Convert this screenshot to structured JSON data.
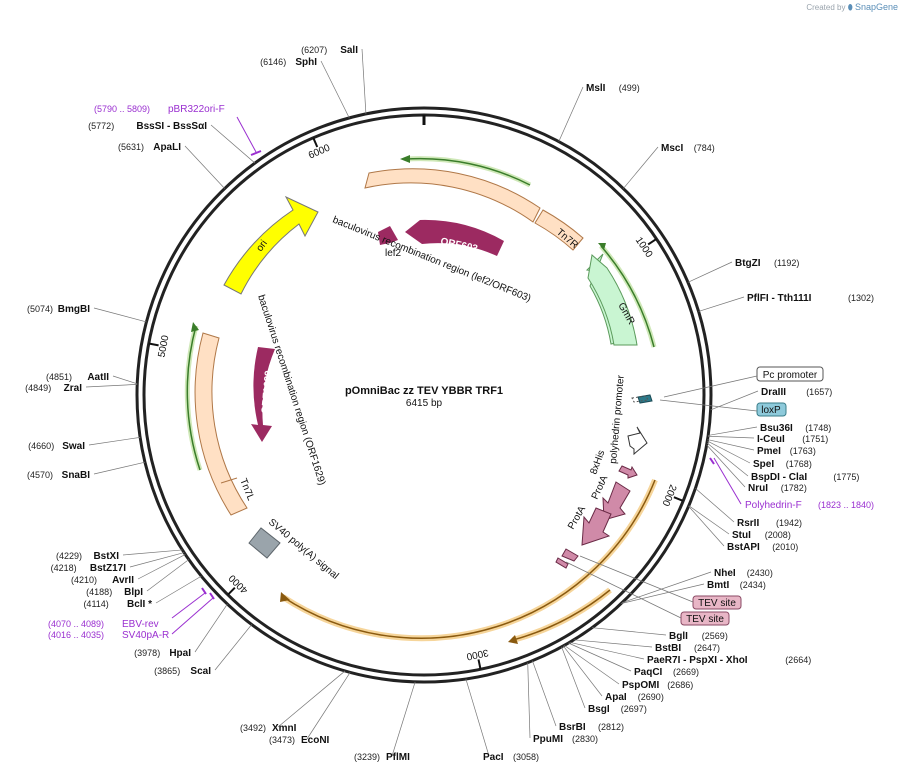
{
  "credit": {
    "prefix": "Created by",
    "brand": "SnapGene"
  },
  "plasmid": {
    "name": "pOmniBac zz TEV YBBR TRF1",
    "size": "6415 bp",
    "length": 6415
  },
  "ticks": [
    {
      "label": "1000",
      "bp": 1000
    },
    {
      "label": "2000",
      "bp": 2000
    },
    {
      "label": "3000",
      "bp": 3000
    },
    {
      "label": "4000",
      "bp": 4000
    },
    {
      "label": "5000",
      "bp": 5000
    },
    {
      "label": "6000",
      "bp": 6000
    }
  ],
  "features": [
    {
      "label": "baculovirus recombination region (lef2/ORF603)",
      "start": 6290,
      "end": 1000,
      "type": "box",
      "color": "#ffe0c4"
    },
    {
      "label": "Tn7R",
      "start": 700,
      "end": 920,
      "type": "box",
      "color": "#ffe0c4"
    },
    {
      "label": "GmR",
      "start": 1180,
      "end": 1600,
      "type": "arrow",
      "dir": -1,
      "color": "#c9f5d2"
    },
    {
      "label": "ori",
      "start": 5230,
      "end": 5820,
      "type": "arrow",
      "dir": 1,
      "color": "#ffff00"
    },
    {
      "label": "baculovirus recombination region (ORF1629)",
      "start": 4390,
      "end": 4920,
      "type": "box",
      "color": "#ffe0c4"
    },
    {
      "label": "Tn7L",
      "start": 4385,
      "end": 4420,
      "type": "box",
      "color": "#ffe0c4"
    },
    {
      "label": "SV40 poly(A) signal",
      "start": 4140,
      "end": 4260,
      "type": "box",
      "color": "#9aa4ab"
    },
    {
      "label": "polyhedrin promoter",
      "start": 1880,
      "end": 1970,
      "type": "arrow",
      "dir": 1,
      "color": "#ffffff"
    },
    {
      "label": "8xHis",
      "start": 2030,
      "end": 2080,
      "type": "arrow",
      "dir": 1,
      "color": "#d08aa8"
    },
    {
      "label": "ProtA",
      "start": 2100,
      "end": 2300,
      "type": "arrow",
      "dir": 1,
      "color": "#d08aa8"
    },
    {
      "label": "ProtA",
      "start": 2320,
      "end": 2530,
      "type": "arrow",
      "dir": 1,
      "color": "#d08aa8"
    }
  ],
  "inner_features": [
    {
      "label": "lef2",
      "color": "#9c2a61"
    },
    {
      "label": "ORF603",
      "color": "#9c2a61"
    },
    {
      "label": "ORF1629",
      "color": "#9c2a61"
    }
  ],
  "boxed_labels": [
    {
      "label": "Pc promoter",
      "bg": "#ffffff"
    },
    {
      "label": "loxP",
      "bg": "#8ecadb"
    },
    {
      "label": "TEV site",
      "bg": "#e8b6c6"
    },
    {
      "label": "TEV site",
      "bg": "#e8b6c6"
    }
  ],
  "enzymes_right": [
    {
      "name": "MslI",
      "pos": "(499)"
    },
    {
      "name": "MscI",
      "pos": "(784)"
    },
    {
      "name": "BtgZI",
      "pos": "(1192)"
    },
    {
      "name": "PflFI - Tth111I",
      "pos": "(1302)"
    },
    {
      "name": "DraIII",
      "pos": "(1657)"
    },
    {
      "name": "Bsu36I",
      "pos": "(1748)"
    },
    {
      "name": "I-CeuI",
      "pos": "(1751)"
    },
    {
      "name": "PmeI",
      "pos": "(1763)"
    },
    {
      "name": "SpeI",
      "pos": "(1768)"
    },
    {
      "name": "BspDI - ClaI",
      "pos": "(1775)"
    },
    {
      "name": "NruI",
      "pos": "(1782)"
    },
    {
      "name": "RsrII",
      "pos": "(1942)"
    },
    {
      "name": "StuI",
      "pos": "(2008)"
    },
    {
      "name": "BstAPI",
      "pos": "(2010)"
    },
    {
      "name": "NheI",
      "pos": "(2430)"
    },
    {
      "name": "BmtI",
      "pos": "(2434)"
    },
    {
      "name": "BglI",
      "pos": "(2569)"
    },
    {
      "name": "BstBI",
      "pos": "(2647)"
    },
    {
      "name": "PaeR7I - PspXI - XhoI",
      "pos": "(2664)"
    },
    {
      "name": "PaqCI",
      "pos": "(2669)"
    },
    {
      "name": "PspOMI",
      "pos": "(2686)"
    },
    {
      "name": "ApaI",
      "pos": "(2690)"
    },
    {
      "name": "BsgI",
      "pos": "(2697)"
    },
    {
      "name": "BsrBI",
      "pos": "(2812)"
    },
    {
      "name": "PpuMI",
      "pos": "(2830)"
    },
    {
      "name": "PacI",
      "pos": "(3058)"
    },
    {
      "name": "PflMI",
      "pos": "(3239)"
    },
    {
      "name": "EcoNI",
      "pos": "(3473)"
    },
    {
      "name": "XmnI",
      "pos": "(3492)"
    }
  ],
  "enzymes_left": [
    {
      "name": "SalI",
      "pos": "(6207)"
    },
    {
      "name": "SphI",
      "pos": "(6146)"
    },
    {
      "name": "BssSI - BssSαI",
      "pos": "(5772)"
    },
    {
      "name": "ApaLI",
      "pos": "(5631)"
    },
    {
      "name": "BmgBI",
      "pos": "(5074)"
    },
    {
      "name": "AatII",
      "pos": "(4851)"
    },
    {
      "name": "ZraI",
      "pos": "(4849)"
    },
    {
      "name": "SwaI",
      "pos": "(4660)"
    },
    {
      "name": "SnaBI",
      "pos": "(4570)"
    },
    {
      "name": "BstXI",
      "pos": "(4229)"
    },
    {
      "name": "BstZ17I",
      "pos": "(4218)"
    },
    {
      "name": "AvrII",
      "pos": "(4210)"
    },
    {
      "name": "BlpI",
      "pos": "(4188)"
    },
    {
      "name": "BclI *",
      "pos": "(4114)"
    },
    {
      "name": "HpaI",
      "pos": "(3978)"
    },
    {
      "name": "ScaI",
      "pos": "(3865)"
    }
  ],
  "primers": [
    {
      "name": "pBR322ori-F",
      "pos": "(5790 .. 5809)"
    },
    {
      "name": "Polyhedrin-F",
      "pos": "(1823 .. 1840)"
    },
    {
      "name": "EBV-rev",
      "pos": "(4070 .. 4089)"
    },
    {
      "name": "SV40pA-R",
      "pos": "(4016 .. 4035)"
    }
  ]
}
